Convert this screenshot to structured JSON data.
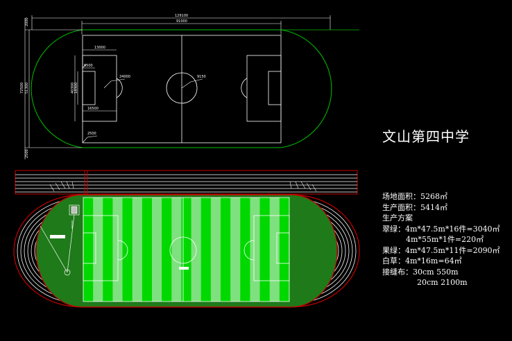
{
  "title": "文山第四中学",
  "dimensions": {
    "outer_width": "129100",
    "inner_width": "91000",
    "left_height_outer": "72500",
    "left_height_inner": "51300",
    "penalty_width": "13000",
    "goal_area": "6500",
    "penalty_depth": "16500",
    "penalty_height": "40300",
    "goal_line": "18300",
    "radius_a": "24000",
    "radius_center": "9150",
    "radius_corner": "2500",
    "top_offset": "2000",
    "bottom_offset": "2500"
  },
  "info": {
    "area_label": "场地面积：5268㎡",
    "production_area": "生产面积：5414㎡",
    "plan_heading": "生产方案",
    "green_a": "翠绿：4m*47.5m*16件=3040㎡",
    "green_b": "4m*55m*1件=220㎡",
    "fruit_green": "果绿：4m*47.5m*11件=2090㎡",
    "white_grass": "白草：4m*16m=64㎡",
    "cloth_heading": "接缝布：30cm   550m",
    "cloth_row": "20cm   2100m"
  },
  "colors": {
    "outline": "#00c000",
    "white_line": "#ffffff",
    "dark_green": "#1f7a1a",
    "bright_green": "#00d800",
    "light_green": "#7fe07f",
    "track_red": "#c80000"
  }
}
